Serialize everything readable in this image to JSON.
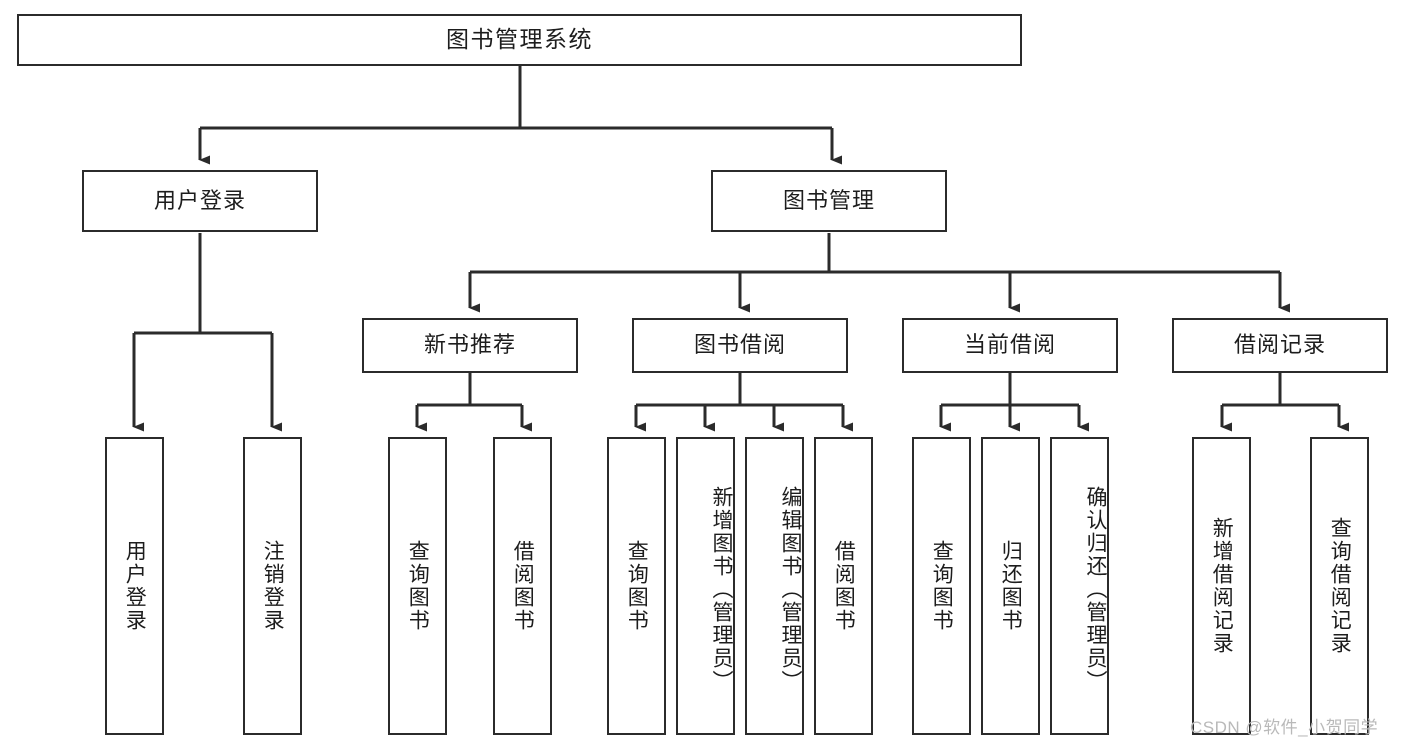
{
  "diagram": {
    "title": "图书管理系统",
    "type": "hierarchy-tree",
    "root": {
      "label": "图书管理系统"
    },
    "level2": [
      {
        "label": "用户登录"
      },
      {
        "label": "图书管理"
      }
    ],
    "level3": [
      {
        "label": "新书推荐"
      },
      {
        "label": "图书借阅"
      },
      {
        "label": "当前借阅"
      },
      {
        "label": "借阅记录"
      }
    ],
    "leaves": {
      "user_login": [
        {
          "label": "用户登录"
        },
        {
          "label": "注销登录"
        }
      ],
      "new_book_recommend": [
        {
          "label": "查询图书"
        },
        {
          "label": "借阅图书"
        }
      ],
      "book_borrow": [
        {
          "label": "查询图书"
        },
        {
          "label": "新增图书（管理员）"
        },
        {
          "label": "编辑图书（管理员）"
        },
        {
          "label": "借阅图书"
        }
      ],
      "current_borrow": [
        {
          "label": "查询图书"
        },
        {
          "label": "归还图书"
        },
        {
          "label": "确认归还（管理员）"
        }
      ],
      "borrow_record": [
        {
          "label": "新增借阅记录"
        },
        {
          "label": "查询借阅记录"
        }
      ]
    }
  },
  "watermark": {
    "text": "CSDN @软件_小贺同学"
  },
  "colors": {
    "stroke": "#2b2b2b",
    "background": "#ffffff",
    "text": "#1d1d1d",
    "watermark": "#b9b9b9"
  }
}
